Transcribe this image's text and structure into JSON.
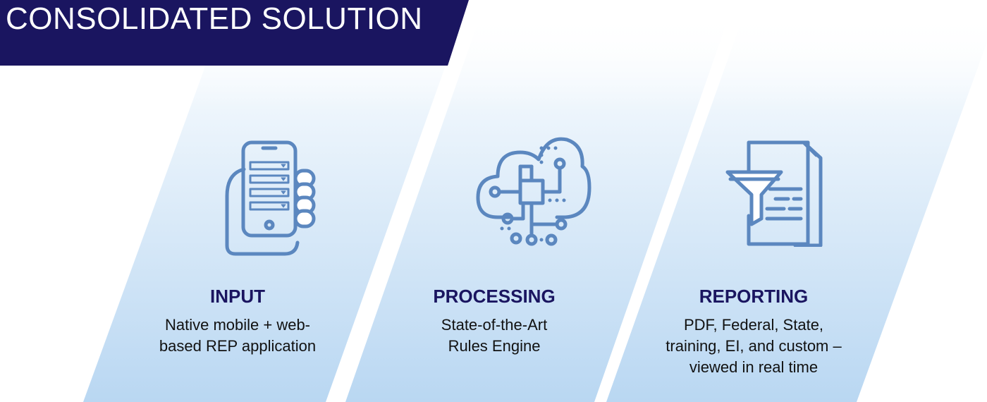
{
  "title": "CONSOLIDATED SOLUTION",
  "colors": {
    "banner": "#1a1560",
    "icon_stroke": "#5b87bf",
    "heading": "#1a1560",
    "panel_top": "#ffffff",
    "panel_bottom": "#b9d7f2"
  },
  "columns": [
    {
      "icon": "smartphone-hand-icon",
      "heading": "INPUT",
      "line1": "Native mobile + web-",
      "line2": "based REP application",
      "line3": ""
    },
    {
      "icon": "cloud-circuit-icon",
      "heading": "PROCESSING",
      "line1": "State-of-the-Art",
      "line2": "Rules Engine",
      "line3": ""
    },
    {
      "icon": "funnel-document-icon",
      "heading": "REPORTING",
      "line1": "PDF, Federal, State,",
      "line2": "training, EI, and custom –",
      "line3": "viewed in real time"
    }
  ]
}
